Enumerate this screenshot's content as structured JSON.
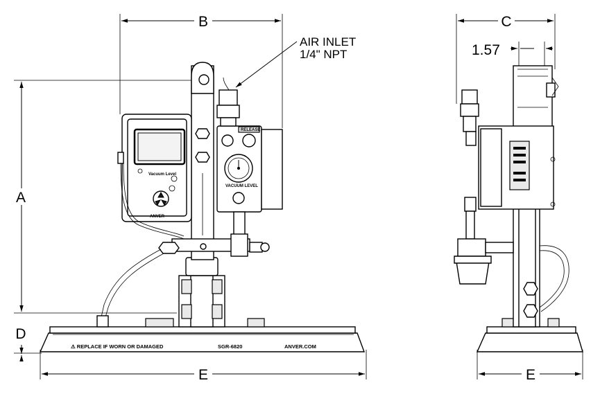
{
  "dimensions": {
    "a": "A",
    "b": "B",
    "c": "C",
    "c_sub": "1.57",
    "d": "D",
    "e_front": "E",
    "e_side": "E"
  },
  "callout": {
    "line1": "AIR INLET",
    "line2": "1/4\" NPT"
  },
  "gauge_unit": {
    "vacuum_level": "Vacuum Level",
    "release": "RELEASE",
    "vacuum_level_caps": "VACUUM LEVEL",
    "brand": "ANVER"
  },
  "pad_text": {
    "warning": "⚠ REPLACE IF WORN OR DAMAGED",
    "model": "SGR-6820",
    "website": "ANVER.COM"
  }
}
